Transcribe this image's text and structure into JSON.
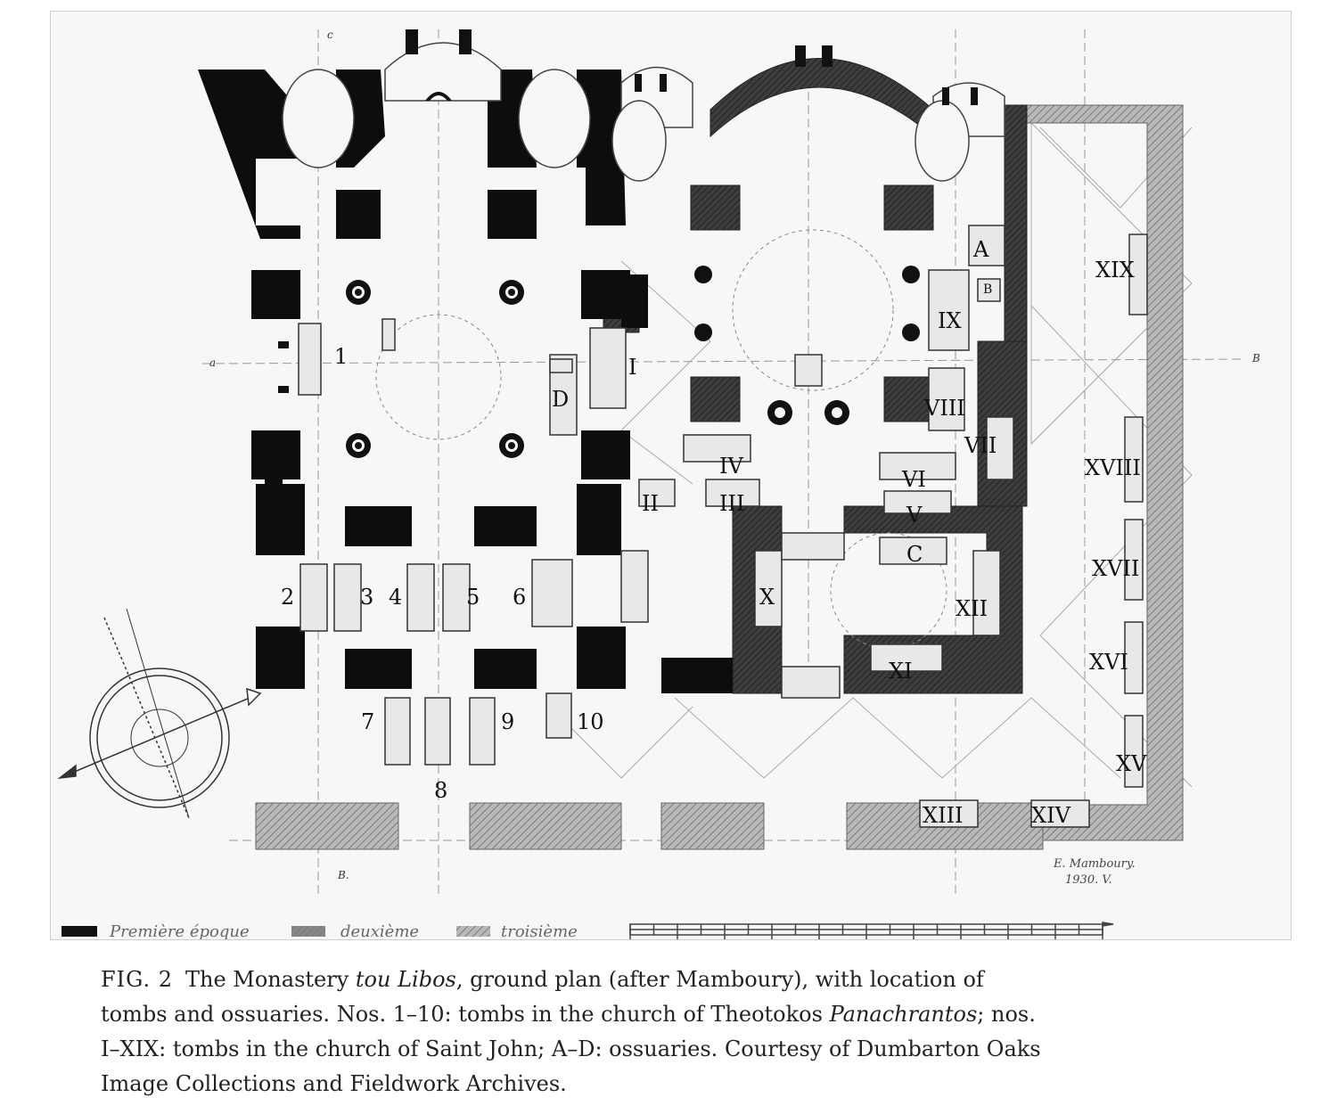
{
  "figure": {
    "number": "FIG. 2",
    "caption_parts": [
      {
        "text": "The Monastery ",
        "italic": false
      },
      {
        "text": "tou Libos",
        "italic": true
      },
      {
        "text": ", ground plan (after Mamboury), with location of tombs and ossuaries. Nos. 1–10: tombs in the church of Theotokos ",
        "italic": false
      },
      {
        "text": "Panachrantos",
        "italic": true
      },
      {
        "text": "; nos. I–XIX: tombs in the church of Saint John; A–D: ossuaries. Courtesy of Dumbarton Oaks Image Collections and Fieldwork Archives.",
        "italic": false
      }
    ]
  },
  "plan": {
    "tomb_numbers": [
      "1",
      "2",
      "3",
      "4",
      "5",
      "6",
      "7",
      "8",
      "9",
      "10"
    ],
    "tomb_roman": [
      "I",
      "II",
      "III",
      "IV",
      "V",
      "VI",
      "VII",
      "VIII",
      "IX",
      "X",
      "XI",
      "XII",
      "XIII",
      "XIV",
      "XV",
      "XVI",
      "XVII",
      "XVIII",
      "XIX"
    ],
    "ossuaries": [
      "A",
      "B",
      "C",
      "D"
    ],
    "section_marks": {
      "top": "c",
      "bottom": "B.",
      "left": "a",
      "right": "B"
    },
    "signature": "E. Mamboury.",
    "signature_date": "1930. V.",
    "legend": [
      {
        "label": "Première époque",
        "color": "#111111"
      },
      {
        "label": "deuxième",
        "color": "#555555"
      },
      {
        "label": "troisième",
        "color": "#9a9a9a"
      }
    ]
  }
}
